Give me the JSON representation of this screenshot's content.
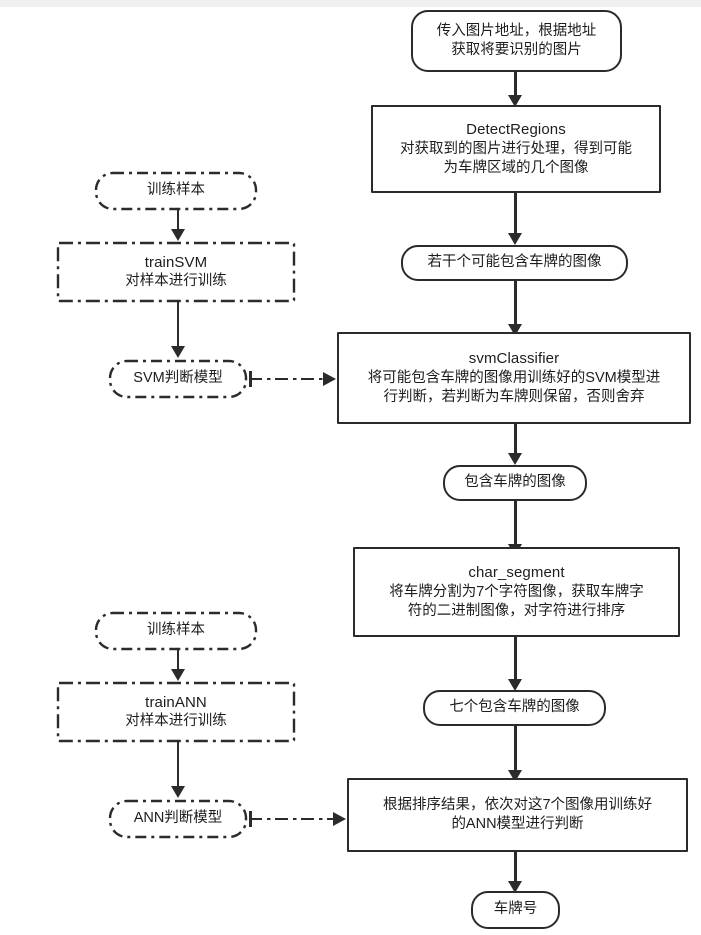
{
  "diagram": {
    "title": "License plate recognition flowchart",
    "colors": {
      "stroke": "#2b2b2b",
      "text": "#1d1d1d",
      "background": "#ffffff",
      "top_band": "#f0f0f0"
    },
    "nodes": {
      "start": {
        "shape": "rounded-terminator",
        "line1": "传入图片地址，根据地址",
        "line2": "获取将要识别的图片"
      },
      "detect_regions": {
        "shape": "process",
        "title": "DetectRegions",
        "line1": "对获取到的图片进行处理，得到可能",
        "line2": "为车牌区域的几个图像"
      },
      "candidate_images": {
        "shape": "rounded-terminator",
        "line1": "若干个可能包含车牌的图像"
      },
      "svm_classifier": {
        "shape": "process",
        "title": "svmClassifier",
        "line1": "将可能包含车牌的图像用训练好的SVM模型进",
        "line2": "行判断，若判断为车牌则保留，否则舍弃"
      },
      "plate_image": {
        "shape": "rounded-terminator",
        "line1": "包含车牌的图像"
      },
      "char_segment": {
        "shape": "process",
        "title": "char_segment",
        "line1": "将车牌分割为7个字符图像，获取车牌字",
        "line2": "符的二进制图像，对字符进行排序"
      },
      "seven_images": {
        "shape": "rounded-terminator",
        "line1": "七个包含车牌的图像"
      },
      "ann_judge": {
        "shape": "process",
        "line1": "根据排序结果，依次对这7个图像用训练好",
        "line2": "的ANN模型进行判断"
      },
      "plate_number": {
        "shape": "rounded-terminator",
        "line1": "车牌号"
      },
      "svm_samples": {
        "shape": "rounded-terminator-dashdot",
        "line1": "训练样本"
      },
      "train_svm": {
        "shape": "process-dashdot",
        "title": "trainSVM",
        "line1": "对样本进行训练"
      },
      "svm_model": {
        "shape": "rounded-terminator-dashdot",
        "line1": "SVM判断模型"
      },
      "ann_samples": {
        "shape": "rounded-terminator-dashdot",
        "line1": "训练样本"
      },
      "train_ann": {
        "shape": "process-dashdot",
        "title": "trainANN",
        "line1": "对样本进行训练"
      },
      "ann_model": {
        "shape": "rounded-terminator-dashdot",
        "line1": "ANN判断模型"
      }
    },
    "edges": [
      {
        "from": "start",
        "to": "detect_regions",
        "style": "solid-arrow"
      },
      {
        "from": "detect_regions",
        "to": "candidate_images",
        "style": "solid-arrow"
      },
      {
        "from": "candidate_images",
        "to": "svm_classifier",
        "style": "solid-arrow"
      },
      {
        "from": "svm_classifier",
        "to": "plate_image",
        "style": "solid-arrow"
      },
      {
        "from": "plate_image",
        "to": "char_segment",
        "style": "solid-arrow"
      },
      {
        "from": "char_segment",
        "to": "seven_images",
        "style": "solid-arrow"
      },
      {
        "from": "seven_images",
        "to": "ann_judge",
        "style": "solid-arrow"
      },
      {
        "from": "ann_judge",
        "to": "plate_number",
        "style": "solid-arrow"
      },
      {
        "from": "svm_samples",
        "to": "train_svm",
        "style": "solid-arrow"
      },
      {
        "from": "train_svm",
        "to": "svm_model",
        "style": "solid-arrow"
      },
      {
        "from": "svm_model",
        "to": "svm_classifier",
        "style": "dashdot-arrow"
      },
      {
        "from": "ann_samples",
        "to": "train_ann",
        "style": "solid-arrow"
      },
      {
        "from": "train_ann",
        "to": "ann_model",
        "style": "solid-arrow"
      },
      {
        "from": "ann_model",
        "to": "ann_judge",
        "style": "dashdot-arrow"
      }
    ]
  }
}
